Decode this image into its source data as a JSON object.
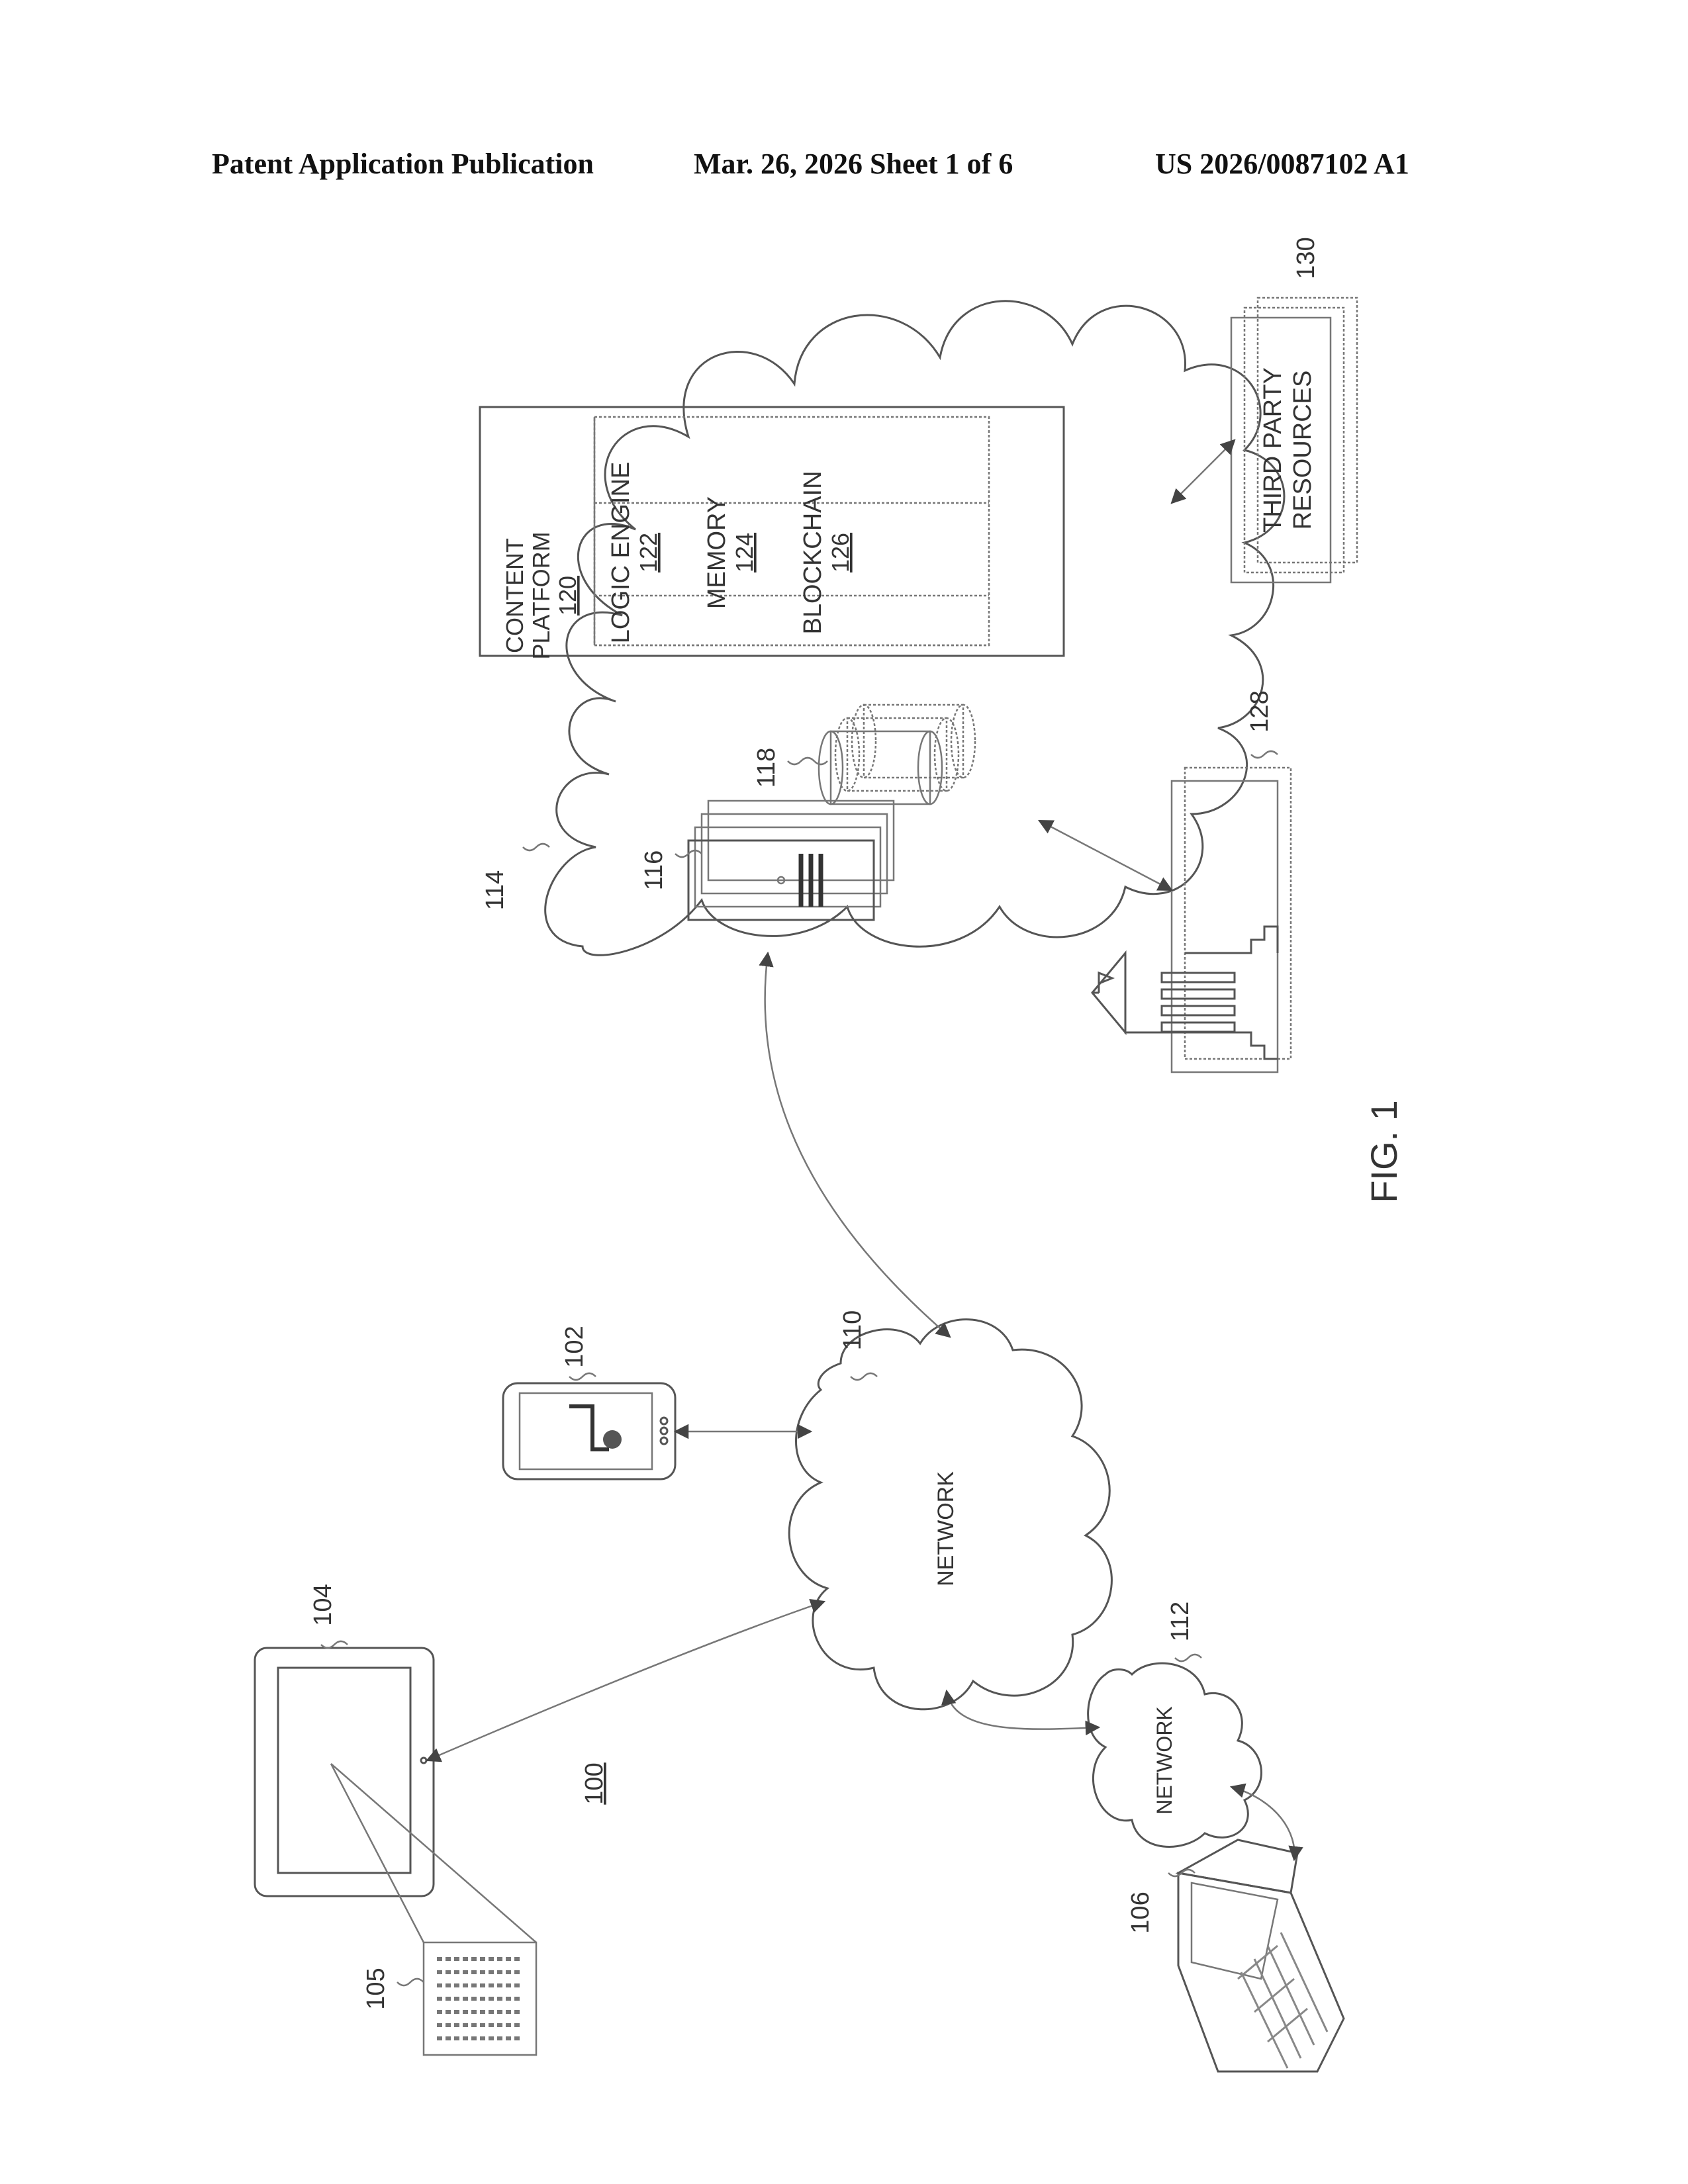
{
  "header": {
    "publication": "Patent Application Publication",
    "date_sheet": "Mar. 26, 2026  Sheet 1 of 6",
    "pub_number": "US 2026/0087102 A1"
  },
  "figure": {
    "caption": "FIG. 1",
    "system_ref": "100",
    "devices": {
      "mobile_ref": "102",
      "tablet_ref": "104",
      "document_ref": "105",
      "laptop_ref": "106"
    },
    "networks": {
      "network_label": "NETWORK",
      "network_110_ref": "110",
      "network_112_ref": "112",
      "cloud_ref": "114"
    },
    "cloud": {
      "servers_ref": "116",
      "databases_ref": "118",
      "institution_ref": "128",
      "platform_line1": "CONTENT",
      "platform_line2": "PLATFORM",
      "platform_ref": "120",
      "logic_engine": "LOGIC ENGINE",
      "logic_engine_ref": "122",
      "memory": "MEMORY",
      "memory_ref": "124",
      "blockchain": "BLOCKCHAIN",
      "blockchain_ref": "126"
    },
    "third_party": {
      "line1": "THIRD PARTY",
      "line2": "RESOURCES",
      "ref": "130"
    }
  }
}
